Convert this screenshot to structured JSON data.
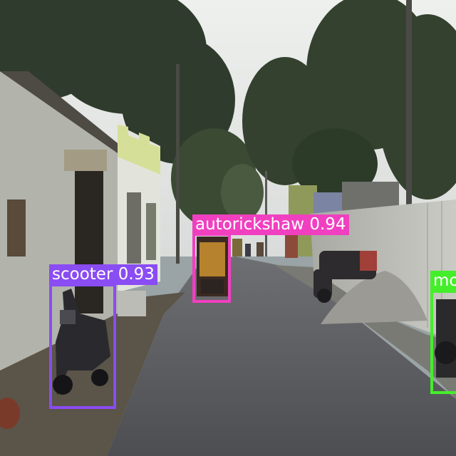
{
  "image": {
    "description_role": "street-scene-photo"
  },
  "detections": [
    {
      "label": "scooter 0.93",
      "color": "#8a4cf3"
    },
    {
      "label": "autorickshaw 0.94",
      "color": "#f040c0"
    },
    {
      "label": "mo",
      "color": "#44ee2a"
    }
  ]
}
